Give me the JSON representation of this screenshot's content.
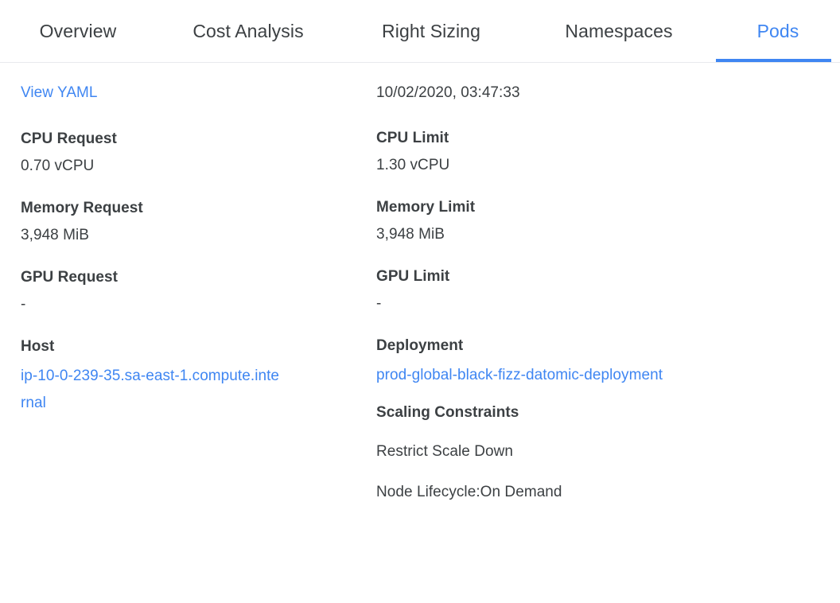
{
  "tabs": [
    {
      "id": "overview",
      "label": "Overview",
      "active": false
    },
    {
      "id": "cost",
      "label": "Cost Analysis",
      "active": false
    },
    {
      "id": "rightsizing",
      "label": "Right Sizing",
      "active": false
    },
    {
      "id": "namespaces",
      "label": "Namespaces",
      "active": false
    },
    {
      "id": "pods",
      "label": "Pods",
      "active": true
    }
  ],
  "colors": {
    "accent": "#3f86f2",
    "link": "#3f86f2",
    "text": "#3c4043",
    "divider": "#e8eaed",
    "background": "#ffffff"
  },
  "left": {
    "view_yaml_label": "View YAML",
    "cpu_request": {
      "label": "CPU Request",
      "value": "0.70 vCPU"
    },
    "memory_request": {
      "label": "Memory Request",
      "value": "3,948 MiB"
    },
    "gpu_request": {
      "label": "GPU Request",
      "value": "-"
    },
    "host": {
      "label": "Host",
      "value": "ip-10-0-239-35.sa-east-1.compute.internal"
    }
  },
  "right": {
    "timestamp": "10/02/2020, 03:47:33",
    "cpu_limit": {
      "label": "CPU Limit",
      "value": "1.30 vCPU"
    },
    "memory_limit": {
      "label": "Memory Limit",
      "value": "3,948 MiB"
    },
    "gpu_limit": {
      "label": "GPU Limit",
      "value": "-"
    },
    "deployment": {
      "label": "Deployment",
      "value": "prod-global-black-fizz-datomic-deployment"
    },
    "scaling_constraints": {
      "label": "Scaling Constraints",
      "items": [
        "Restrict Scale Down",
        "Node Lifecycle:On Demand"
      ]
    }
  }
}
